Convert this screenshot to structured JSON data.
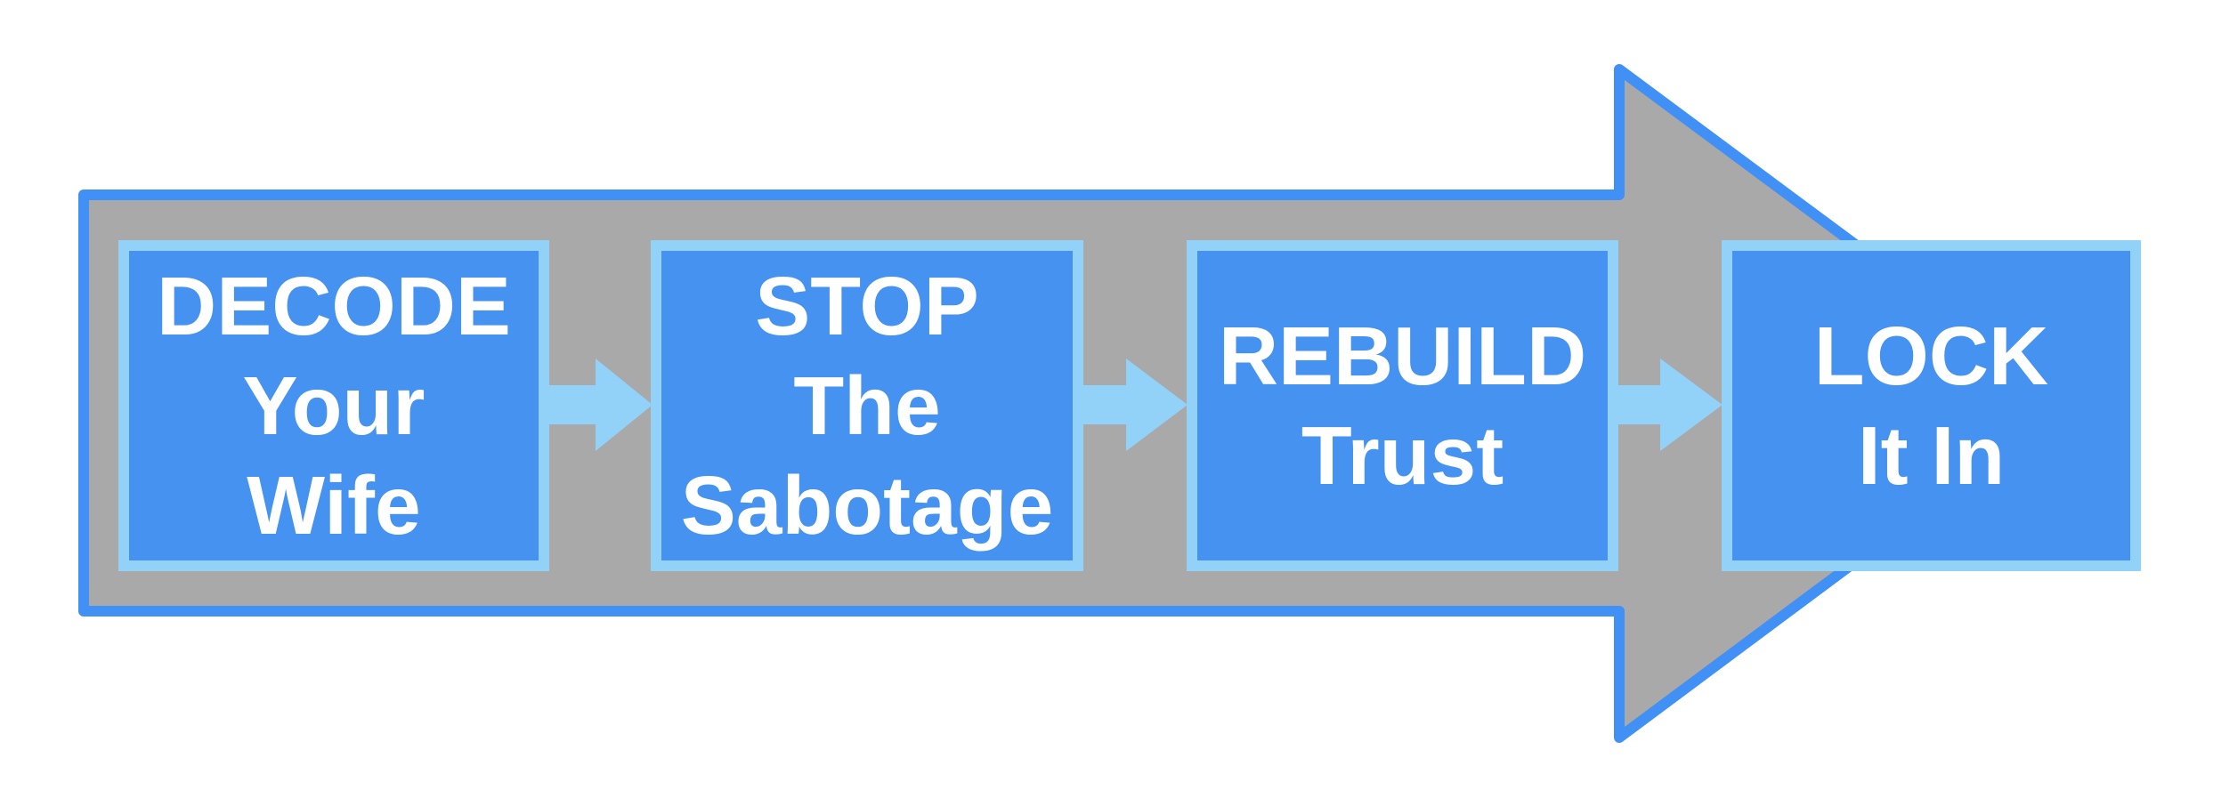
{
  "diagram": {
    "type": "process-flow-arrow",
    "direction": "right",
    "background": "#ffffff",
    "colors": {
      "background": "#ffffff",
      "arrow_fill": "#a9a9a9",
      "arrow_border": "#4190f5",
      "box_fill": "#4592f1",
      "box_border": "#93d2f8",
      "connector": "#93d2f8",
      "text": "#ffffff"
    },
    "steps": [
      {
        "id": "decode",
        "lines": [
          "DECODE",
          "Your",
          "Wife"
        ]
      },
      {
        "id": "stop",
        "lines": [
          "STOP",
          "The",
          "Sabotage"
        ]
      },
      {
        "id": "rebuild",
        "lines": [
          "REBUILD",
          "Trust"
        ]
      },
      {
        "id": "lock",
        "lines": [
          "LOCK",
          "It In"
        ]
      }
    ]
  }
}
